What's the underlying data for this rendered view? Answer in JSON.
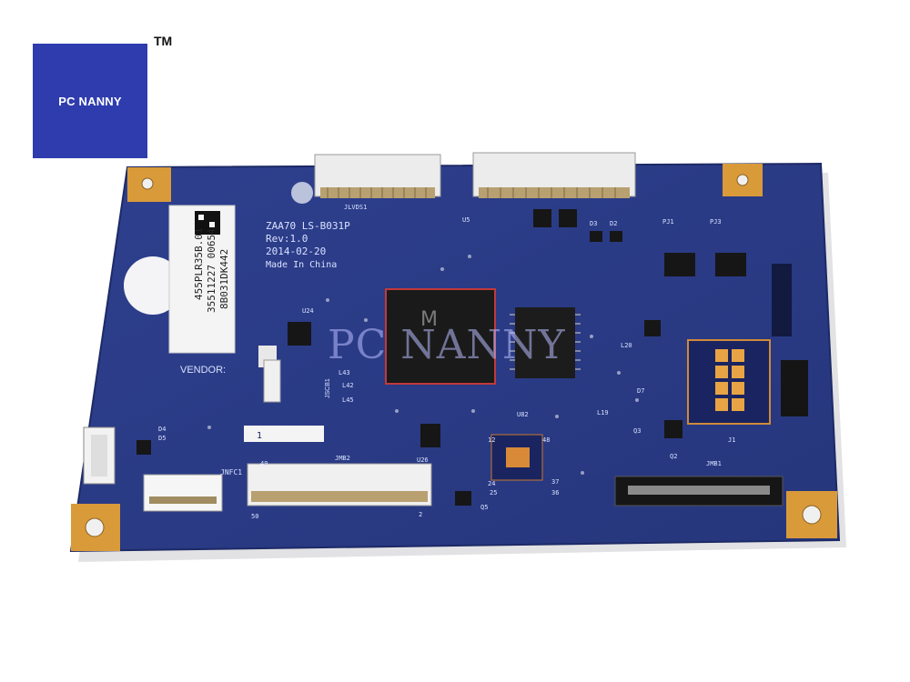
{
  "brand": {
    "logo_text": "PC NANNY",
    "trademark": "TM"
  },
  "watermark": "PC NANNY",
  "board": {
    "model": "ZAA70 LS-B031P",
    "rev": "Rev:1.0",
    "date": "2014-02-20",
    "origin": "Made In China",
    "vendor_label": "VENDOR:",
    "sticker_lines": [
      "455PLR35B.01",
      "35511227 00654",
      "8B031DK442"
    ],
    "labels": {
      "jlvds1": "JLVDS1",
      "u5": "U5",
      "u24": "U24",
      "d3": "D3",
      "d2": "D2",
      "pj1": "PJ1",
      "pj3": "PJ3",
      "l43": "L43",
      "l42": "L42",
      "l45": "L45",
      "jscb1": "JSCB1",
      "l20": "L20",
      "d7": "D7",
      "l19": "L19",
      "q3": "Q3",
      "q2": "Q2",
      "j1": "J1",
      "jmb1": "JMB1",
      "jmb2": "JMB2",
      "u26": "U26",
      "u82": "U82",
      "q5": "Q5",
      "jnfc1": "JNFC1",
      "d4": "D4",
      "d5": "D5",
      "n50": "50",
      "n2": "2",
      "n49": "49",
      "n37": "37",
      "n36": "36",
      "n48": "48",
      "n12": "12",
      "n24": "24",
      "n25": "25",
      "n1": "1"
    }
  },
  "colors": {
    "pcb": "#2a3b86",
    "pad": "#e0a040",
    "logo_bg": "#2e3cae"
  }
}
